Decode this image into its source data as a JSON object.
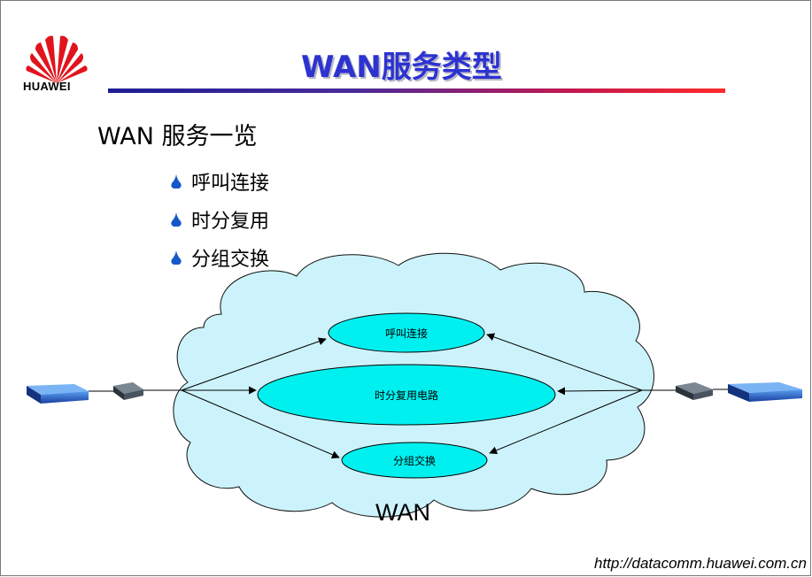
{
  "slide": {
    "logo_text": "HUAWEI",
    "title": "WAN服务类型",
    "subtitle": "WAN 服务一览",
    "bullets": [
      "呼叫连接",
      "时分复用",
      "分组交换"
    ],
    "footer_url": "http://datacomm.huawei.com.cn"
  },
  "diagram": {
    "ellipses": [
      "呼叫连接",
      "时分复用电路",
      "分组交换"
    ],
    "cloud_label": "WAN"
  },
  "colors": {
    "title": "#2d33d0",
    "cloud_fill": "#ccf3fb",
    "ellipse_fill": "#00f0f0",
    "bullet": "#1558c8",
    "logo": "#e0141c"
  }
}
